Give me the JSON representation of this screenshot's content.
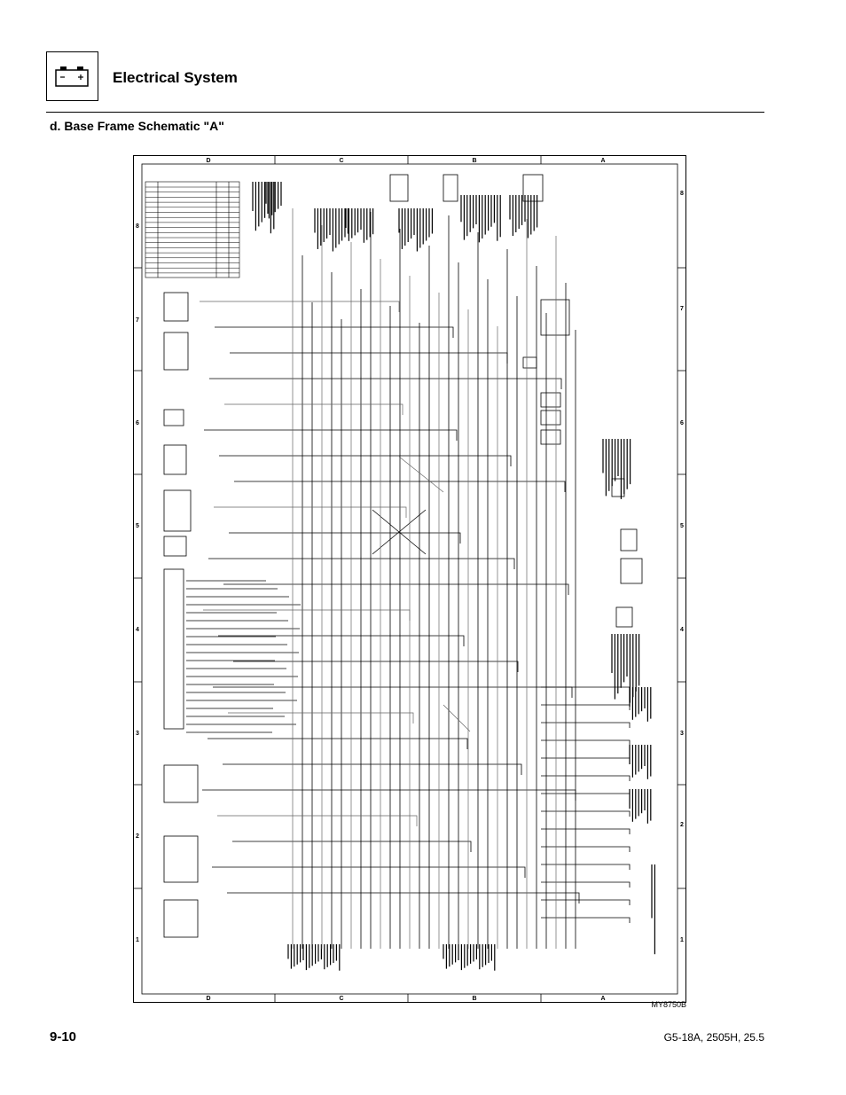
{
  "header": {
    "section_title": "Electrical System",
    "icon": "battery-icon"
  },
  "subsection": {
    "title": "d.   Base Frame Schematic \"A\""
  },
  "schematic": {
    "zone_letters": [
      "D",
      "C",
      "B",
      "A"
    ],
    "zone_numbers": [
      "8",
      "7",
      "6",
      "5",
      "4",
      "3",
      "2",
      "1"
    ],
    "figure_id": "MY8750B"
  },
  "footer": {
    "page_number": "9-10",
    "doc_ref": "G5-18A, 2505H, 25.5"
  }
}
